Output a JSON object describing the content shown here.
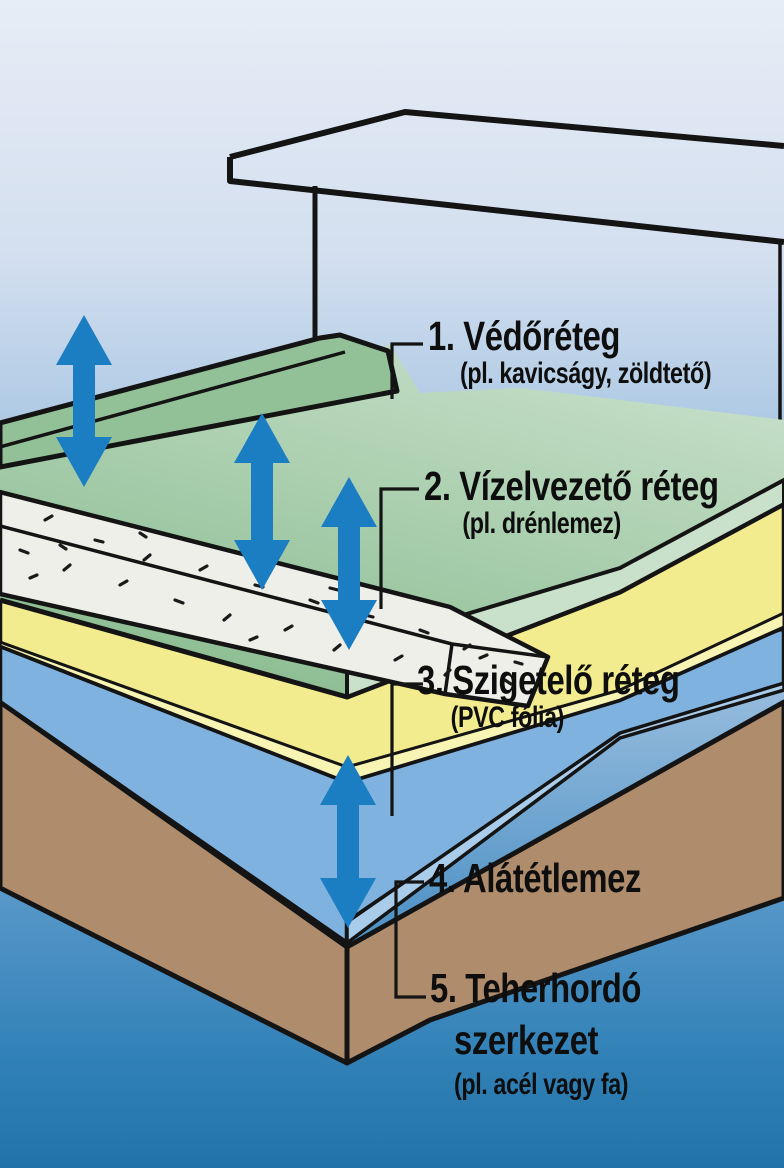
{
  "diagram_subject": "flat roof layer build-up (exploded corner view)",
  "labels": {
    "l1": {
      "main": "1. Védőréteg",
      "sub": "(pl. kavicságy, zöldtető)"
    },
    "l2": {
      "main": "2. Vízelvezető réteg",
      "sub": "(pl. drénlemez)"
    },
    "l3": {
      "main": "3. Szigetelő réteg",
      "sub": "(PVC fólia)"
    },
    "l4": {
      "main": "4. Alátétlemez"
    },
    "l5": {
      "main": "5. Teherhordó",
      "main2": "szerkezet",
      "sub": "(pl. acél vagy fa)"
    }
  },
  "colors": {
    "sky_top": "#E7EDF6",
    "sky_mid": "#9FC1E0",
    "sky_bottom": "#2273A9",
    "protective_green": "#87BA8D",
    "protective_green_light": "#C9E1CB",
    "upstand_green": "#93C197",
    "insulation_yellow": "#F2EC8E",
    "insulation_yellow_light": "#F8F4B4",
    "underlay_blue": "#7FB2DF",
    "underlay_blue_light": "#A9CCEA",
    "structure_brown": "#AF8D6C",
    "concrete_white": "#EFEFE9",
    "arrow_blue": "#1B7DC2",
    "outline_black": "#141414"
  }
}
